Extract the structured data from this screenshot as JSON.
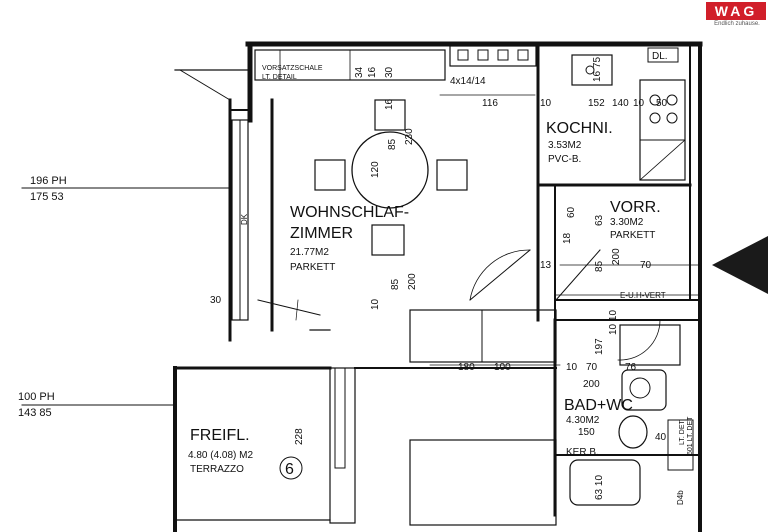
{
  "brand": {
    "logo_text": "WAG",
    "tagline": "Endlich zuhause.",
    "accent": "#d11f2a"
  },
  "marker": {
    "icon": "direction-arrow-icon",
    "color": "#1a1a1a"
  },
  "rooms": {
    "wohn": {
      "name1": "WOHNSCHLAF-",
      "name2": "ZIMMER",
      "area": "21.77M2",
      "floor": "PARKETT"
    },
    "kochni": {
      "name": "KOCHNI.",
      "area": "3.53M2",
      "floor": "PVC-B."
    },
    "vorr": {
      "name": "VORR.",
      "area": "3.30M2",
      "floor": "PARKETT"
    },
    "bad": {
      "name": "BAD+WC",
      "area": "4.30M2",
      "dim": "150"
    },
    "freifl": {
      "name": "FREIFL.",
      "area": "4.80 (4.08) M2",
      "floor": "TERRAZZO",
      "number": "6"
    },
    "ker": {
      "name": "KER.B."
    }
  },
  "levels": {
    "upper": {
      "line1": "196  PH",
      "line2": "175  53"
    },
    "lower": {
      "line1": "100  PH",
      "line2": "143  85"
    }
  },
  "notes": {
    "vorsatz1": "VORSATZSCHALE",
    "vorsatz2": "LT. DETAIL",
    "tiles": "4x14/14",
    "euh": "E-U.H-VERT",
    "dl": "DL.",
    "dk": "DK",
    "lt_det": "LT. DET",
    "d4b": "D4b",
    "d4b_note": "601 LT. DET"
  },
  "dims": {
    "d116": "116",
    "d10a": "10",
    "d152": "152",
    "d140": "140",
    "d10b": "10",
    "d50": "50",
    "d34": "34",
    "d16a": "16",
    "d30a": "30",
    "d16b": "16",
    "d230": "230",
    "d85a": "85",
    "d120": "120",
    "d85b": "85",
    "d200a": "200",
    "d10c": "10",
    "d30b": "30",
    "d18": "18",
    "d60": "60",
    "d63a": "63",
    "d13": "13",
    "d85c": "85",
    "d200b": "200",
    "d70a": "70",
    "d1675": "16 75",
    "d180": "180",
    "d100": "100",
    "d197": "197",
    "d10d": "10",
    "d70b": "70",
    "d76": "76",
    "d200c": "200",
    "d228": "228",
    "d1010": "10 10",
    "d6310": "63 10",
    "d40": "40"
  }
}
